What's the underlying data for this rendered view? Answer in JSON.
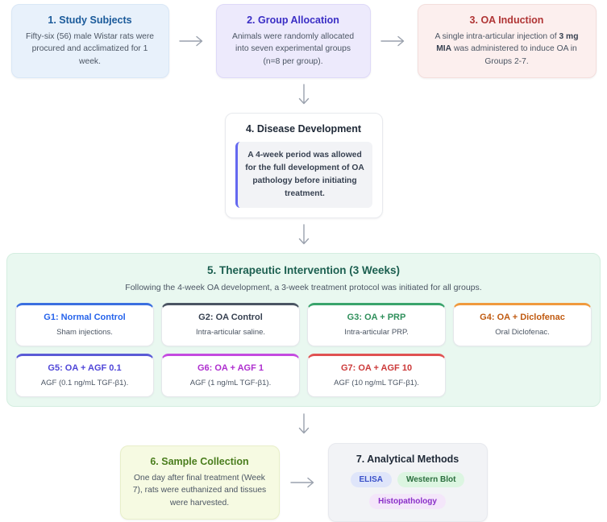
{
  "colors": {
    "arrow": "#9aa1ad",
    "step1_title": "#1a5a9a",
    "step1_bg": "#e8f1fb",
    "step2_title": "#3a2ec5",
    "step2_bg": "#edeafc",
    "step3_title": "#b03535",
    "step3_bg": "#fcefee",
    "step4_callout_border": "#6468f0",
    "step5_title": "#1c5f50",
    "step5_bg": "#e9f8f0",
    "step6_title": "#4a7d1d",
    "step6_bg": "#f6fae2",
    "group_accents": [
      "#3b6fe0",
      "#4b5563",
      "#3aa46c",
      "#f09a3e",
      "#5b5bd6",
      "#c44be0",
      "#e05252"
    ],
    "badge_elisa": {
      "bg": "#dfe5fa",
      "text": "#3a50c8"
    },
    "badge_western_blot": {
      "bg": "#dcf5e1",
      "text": "#2b6e3e"
    },
    "badge_histopathology": {
      "bg": "#f4e6fa",
      "text": "#8a2fc8"
    }
  },
  "steps": {
    "s1": {
      "title": "1. Study Subjects",
      "body": "Fifty-six (56) male Wistar rats were procured and acclimatized for 1 week."
    },
    "s2": {
      "title": "2. Group Allocation",
      "body": "Animals were randomly allocated into seven experimental groups (n=8 per group)."
    },
    "s3": {
      "title": "3. OA Induction",
      "body_prefix": "A single intra-articular injection of ",
      "body_bold": "3 mg MIA",
      "body_suffix": " was administered to induce OA in Groups 2-7."
    },
    "s4": {
      "title": "4. Disease Development",
      "callout": "A 4-week period was allowed for the full development of OA pathology before initiating treatment."
    },
    "s5": {
      "title": "5. Therapeutic Intervention (3 Weeks)",
      "subtitle": "Following the 4-week OA development, a 3-week treatment protocol was initiated for all groups.",
      "groups": [
        {
          "title": "G1: Normal Control",
          "body": "Sham injections."
        },
        {
          "title": "G2: OA Control",
          "body": "Intra-articular saline."
        },
        {
          "title": "G3: OA + PRP",
          "body": "Intra-articular PRP."
        },
        {
          "title": "G4: OA + Diclofenac",
          "body": "Oral Diclofenac."
        },
        {
          "title": "G5: OA + AGF 0.1",
          "body": "AGF (0.1 ng/mL TGF-β1)."
        },
        {
          "title": "G6: OA + AGF 1",
          "body": "AGF (1 ng/mL TGF-β1)."
        },
        {
          "title": "G7: OA + AGF 10",
          "body": "AGF (10 ng/mL TGF-β1)."
        }
      ]
    },
    "s6": {
      "title": "6. Sample Collection",
      "body": "One day after final treatment (Week 7), rats were euthanized and tissues were harvested."
    },
    "s7": {
      "title": "7. Analytical Methods",
      "badges": [
        "ELISA",
        "Western Blot",
        "Histopathology"
      ]
    }
  }
}
